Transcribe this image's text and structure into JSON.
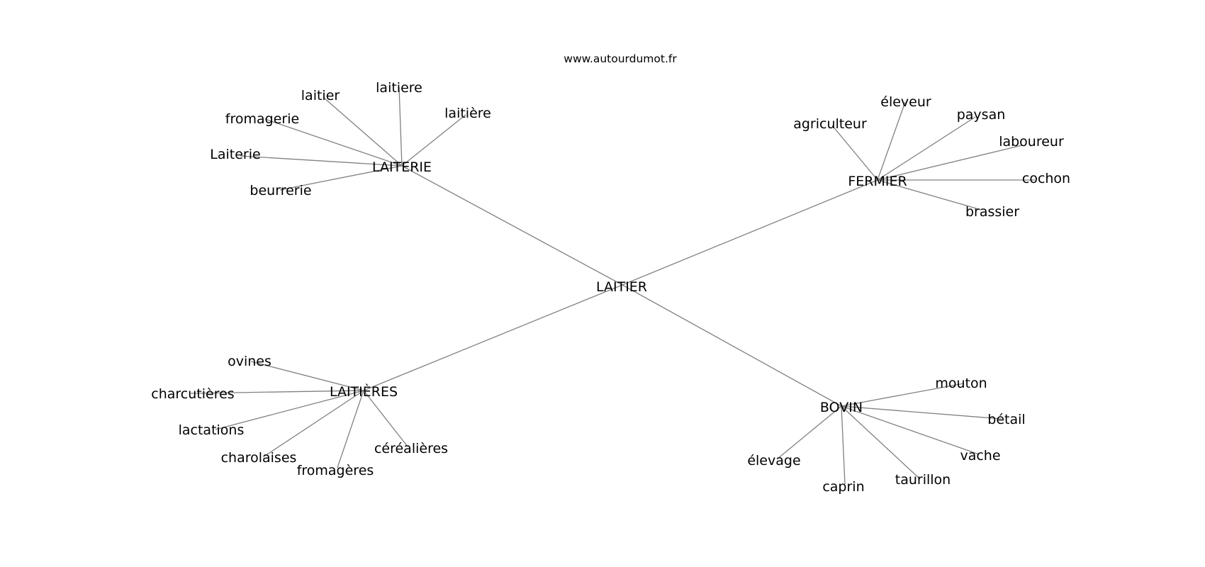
{
  "source": "www.autourdumot.fr",
  "center": "LAITIER",
  "clusters": [
    {
      "label": "LAITERIE",
      "words": [
        "laitier",
        "laitiere",
        "laitière",
        "fromagerie",
        "Laiterie",
        "beurrerie"
      ]
    },
    {
      "label": "FERMIER",
      "words": [
        "agriculteur",
        "éleveur",
        "paysan",
        "laboureur",
        "cochon",
        "brassier"
      ]
    },
    {
      "label": "LAITIÈRES",
      "words": [
        "ovines",
        "charcutières",
        "lactations",
        "charolaises",
        "fromagères",
        "céréalières"
      ]
    },
    {
      "label": "BOVIN",
      "words": [
        "mouton",
        "bétail",
        "vache",
        "taurillon",
        "caprin",
        "élevage"
      ]
    }
  ]
}
